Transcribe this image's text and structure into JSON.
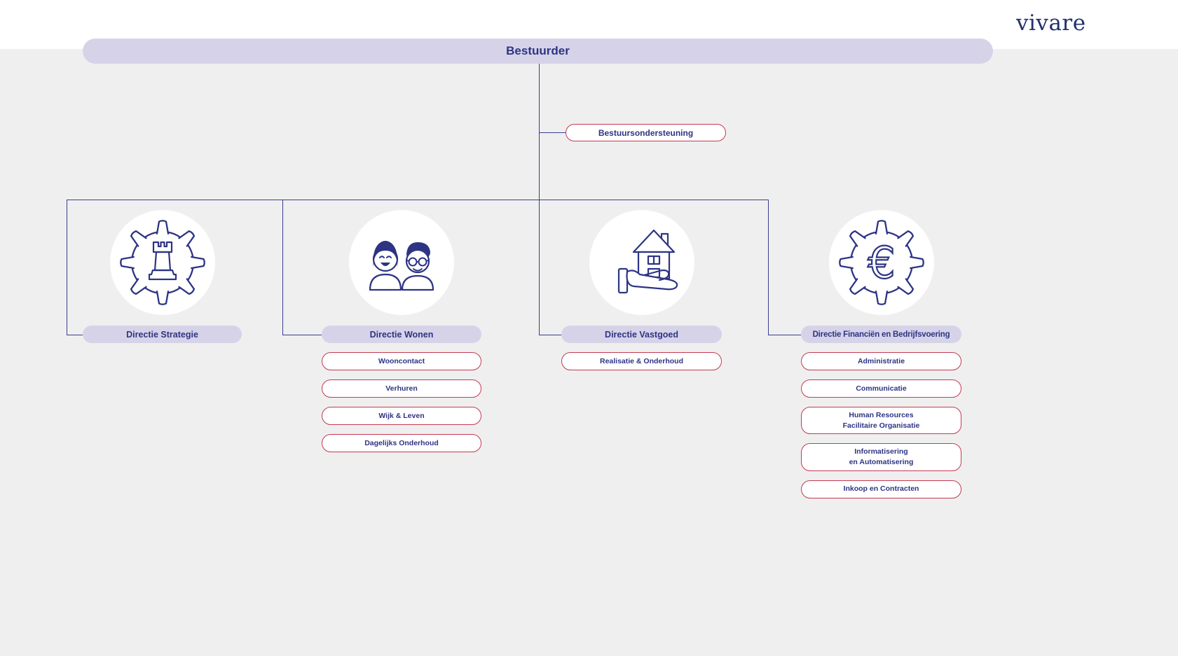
{
  "brand": {
    "logo": "vivare"
  },
  "org_chart": {
    "root": {
      "label": "Bestuurder"
    },
    "staff_unit": {
      "label": "Bestuursondersteuning"
    },
    "departments": [
      {
        "label": "Directie Strategie",
        "icon": "gear-chess-rook-icon",
        "units": []
      },
      {
        "label": "Directie Wonen",
        "icon": "two-people-icon",
        "units": [
          "Wooncontact",
          "Verhuren",
          "Wijk & Leven",
          "Dagelijks Onderhoud"
        ]
      },
      {
        "label": "Directie Vastgoed",
        "icon": "house-in-hand-icon",
        "units": [
          "Realisatie & Onderhoud"
        ]
      },
      {
        "label": "Directie Financiën en Bedrijfsvoering",
        "icon": "gear-euro-icon",
        "units": [
          "Administratie",
          "Communicatie",
          "Human Resources\nFacilitaire Organisatie",
          "Informatisering\nen Automatisering",
          "Inkoop en Contracten"
        ]
      }
    ]
  },
  "colors": {
    "background": "#efefef",
    "header_band": "#ffffff",
    "node_fill": "#d6d3e9",
    "node_text": "#2d3484",
    "unit_border": "#c43a52",
    "connector_line": "#3a3f8c",
    "logo_color": "#22306e"
  }
}
